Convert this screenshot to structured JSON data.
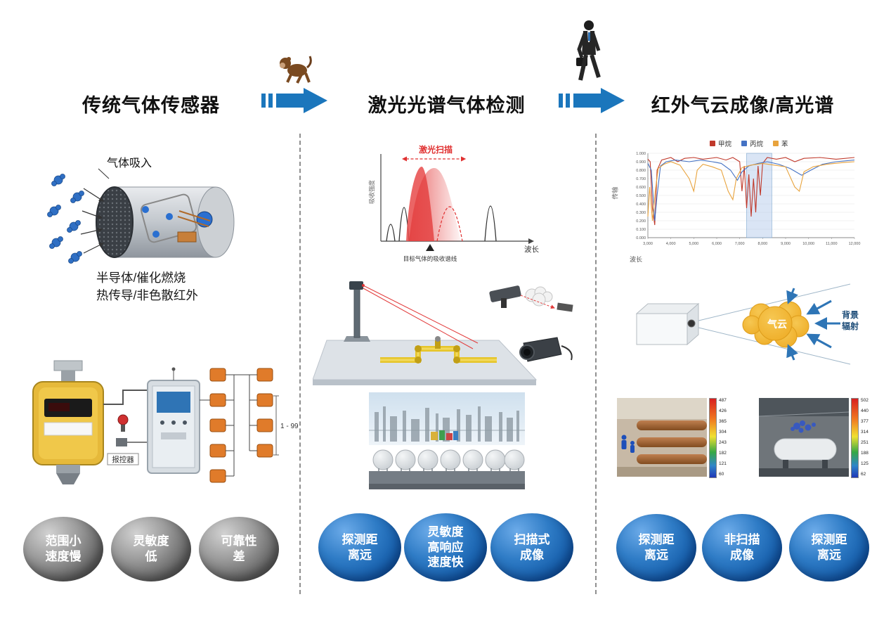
{
  "colors": {
    "accent_blue": "#1b76bc",
    "badge_blue": "#0b437f",
    "badge_gray": "#454545",
    "laser_red": "#e23b3b",
    "cloud_yellow": "#f3b72e"
  },
  "header": {
    "titles": [
      "传统气体传感器",
      "激光光谱气体检测",
      "红外气云成像/高光谱"
    ]
  },
  "left": {
    "gas_intake_label": "气体吸入",
    "tech_line1": "半导体/催化燃烧",
    "tech_line2": "热传导/非色散红外",
    "wiring": {
      "range_label": "1 - 99",
      "controller_label": "报控器"
    },
    "badges": [
      {
        "line1": "范围小",
        "line2": "速度慢",
        "line3": ""
      },
      {
        "line1": "灵敏度",
        "line2": "低",
        "line3": ""
      },
      {
        "line1": "可靠性",
        "line2": "差",
        "line3": ""
      }
    ]
  },
  "middle": {
    "badges": [
      {
        "line1": "探测距",
        "line2": "离远",
        "line3": ""
      },
      {
        "line1": "灵敏度",
        "line2": "高响应",
        "line3": "速度快"
      },
      {
        "line1": "扫描式",
        "line2": "成像",
        "line3": ""
      }
    ]
  },
  "right": {
    "cloud_label": "气云",
    "radiation_label": "背景辐射",
    "thermal_left_scale": [
      "487",
      "426",
      "365",
      "304",
      "243",
      "182",
      "121",
      "60"
    ],
    "thermal_right_scale": [
      "502",
      "440",
      "377",
      "314",
      "251",
      "188",
      "125",
      "62"
    ],
    "badges": [
      {
        "line1": "探测距",
        "line2": "离远",
        "line3": ""
      },
      {
        "line1": "非扫描",
        "line2": "成像",
        "line3": ""
      },
      {
        "line1": "探测距",
        "line2": "离远",
        "line3": ""
      }
    ]
  },
  "chart_data": [
    {
      "type": "area",
      "title": "激光扫描",
      "xlabel": "波长",
      "ylabel": "吸收强度",
      "note": "目标气体的吸收谱线",
      "description": "Schematic: black gas absorption peaks along a wavelength axis; a red shaded region shows the tunable-laser scan range sweeping across the target gas absorption line (dashed red copy); triangle marker indicates target line.",
      "peak_positions_rel": [
        0.12,
        0.24,
        0.38,
        0.55,
        0.78
      ],
      "scan_band_rel": [
        0.2,
        0.56
      ]
    },
    {
      "type": "line",
      "xlabel": "波长",
      "ylabel": "传输",
      "x_ticks": [
        "3,000",
        "4,000",
        "5,000",
        "6,000",
        "7,000",
        "8,000",
        "9,000",
        "10,000",
        "11,000",
        "12,000"
      ],
      "y_ticks": [
        "1.000",
        "0.900",
        "0.800",
        "0.700",
        "0.600",
        "0.500",
        "0.400",
        "0.300",
        "0.200",
        "0.100",
        "0.000"
      ],
      "xlim": [
        3000,
        12000
      ],
      "ylim": [
        0,
        1
      ],
      "highlight_band": [
        7300,
        8400
      ],
      "legend_position": "top",
      "grid": true,
      "series": [
        {
          "name": "甲烷",
          "color": "#c0392b",
          "points": [
            [
              3000,
              0.93
            ],
            [
              3100,
              0.9
            ],
            [
              3200,
              0.35
            ],
            [
              3300,
              0.15
            ],
            [
              3400,
              0.8
            ],
            [
              3600,
              0.92
            ],
            [
              4000,
              0.95
            ],
            [
              4300,
              0.9
            ],
            [
              4600,
              0.94
            ],
            [
              5000,
              0.95
            ],
            [
              5400,
              0.93
            ],
            [
              6000,
              0.95
            ],
            [
              6400,
              0.92
            ],
            [
              6700,
              0.95
            ],
            [
              7000,
              0.9
            ],
            [
              7100,
              0.55
            ],
            [
              7200,
              0.85
            ],
            [
              7300,
              0.35
            ],
            [
              7400,
              0.75
            ],
            [
              7500,
              0.25
            ],
            [
              7600,
              0.7
            ],
            [
              7700,
              0.3
            ],
            [
              7800,
              0.85
            ],
            [
              7900,
              0.5
            ],
            [
              8000,
              0.88
            ],
            [
              8200,
              0.95
            ],
            [
              8600,
              0.93
            ],
            [
              9000,
              0.95
            ],
            [
              9400,
              0.9
            ],
            [
              9800,
              0.94
            ],
            [
              10500,
              0.95
            ],
            [
              11200,
              0.93
            ],
            [
              12000,
              0.95
            ]
          ]
        },
        {
          "name": "丙烷",
          "color": "#4472c4",
          "points": [
            [
              3000,
              0.88
            ],
            [
              3150,
              0.8
            ],
            [
              3300,
              0.2
            ],
            [
              3400,
              0.5
            ],
            [
              3550,
              0.85
            ],
            [
              3800,
              0.9
            ],
            [
              4200,
              0.92
            ],
            [
              4800,
              0.9
            ],
            [
              5300,
              0.92
            ],
            [
              5800,
              0.9
            ],
            [
              6200,
              0.88
            ],
            [
              6600,
              0.8
            ],
            [
              6900,
              0.68
            ],
            [
              7100,
              0.78
            ],
            [
              7400,
              0.85
            ],
            [
              7800,
              0.88
            ],
            [
              8200,
              0.9
            ],
            [
              8700,
              0.87
            ],
            [
              9200,
              0.82
            ],
            [
              9700,
              0.74
            ],
            [
              10100,
              0.8
            ],
            [
              10600,
              0.87
            ],
            [
              11200,
              0.9
            ],
            [
              12000,
              0.92
            ]
          ]
        },
        {
          "name": "苯",
          "color": "#e8a33d",
          "points": [
            [
              3000,
              0.25
            ],
            [
              3080,
              0.6
            ],
            [
              3200,
              0.2
            ],
            [
              3320,
              0.55
            ],
            [
              3450,
              0.82
            ],
            [
              3700,
              0.87
            ],
            [
              4000,
              0.9
            ],
            [
              4400,
              0.86
            ],
            [
              4800,
              0.7
            ],
            [
              5000,
              0.55
            ],
            [
              5150,
              0.8
            ],
            [
              5400,
              0.87
            ],
            [
              5800,
              0.84
            ],
            [
              6200,
              0.8
            ],
            [
              6500,
              0.55
            ],
            [
              6700,
              0.45
            ],
            [
              6850,
              0.7
            ],
            [
              7100,
              0.83
            ],
            [
              7500,
              0.86
            ],
            [
              8000,
              0.88
            ],
            [
              8500,
              0.86
            ],
            [
              9000,
              0.84
            ],
            [
              9400,
              0.6
            ],
            [
              9600,
              0.55
            ],
            [
              9800,
              0.78
            ],
            [
              10200,
              0.84
            ],
            [
              10800,
              0.87
            ],
            [
              11500,
              0.89
            ],
            [
              12000,
              0.9
            ]
          ]
        }
      ]
    }
  ]
}
